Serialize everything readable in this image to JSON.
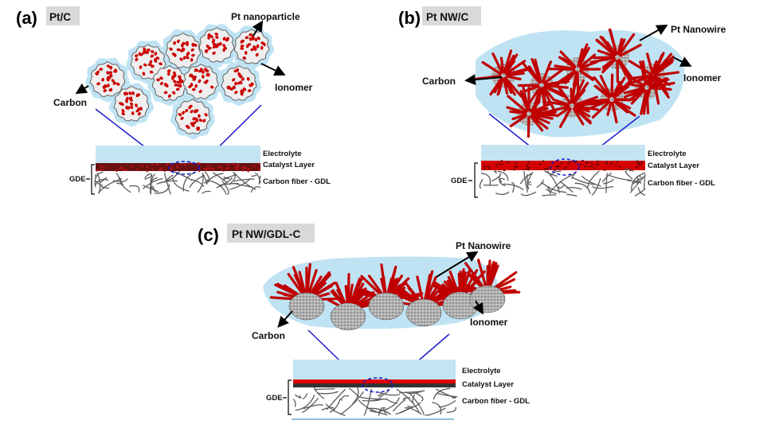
{
  "figure": {
    "colors": {
      "ionomer": "#bfe3f3",
      "electrolyte": "#c4e4f2",
      "carbon_fill": "#eeeeee",
      "platinum": "#cc0000",
      "nanowire": "#c00000",
      "fiber": "#5a5a5a",
      "zoom_line": "#1a1acc",
      "catalyst_dark": "#6b1010",
      "tag_bg": "#d9d9d9"
    },
    "panels": [
      {
        "id": "a",
        "letter": "(a)",
        "tag": "Pt/C",
        "callouts": {
          "particle": "Pt nanoparticle",
          "ionomer": "Ionomer",
          "carbon": "Carbon"
        },
        "layers": {
          "electrolyte": "Electrolyte",
          "catalyst": "Catalyst Layer",
          "gdl": "Carbon fiber - GDL",
          "gde": "GDE"
        }
      },
      {
        "id": "b",
        "letter": "(b)",
        "tag": "Pt NW/C",
        "callouts": {
          "particle": "Pt Nanowire",
          "ionomer": "Ionomer",
          "carbon": "Carbon"
        },
        "layers": {
          "electrolyte": "Electrolyte",
          "catalyst": "Catalyst Layer",
          "gdl": "Carbon fiber - GDL",
          "gde": "GDE"
        }
      },
      {
        "id": "c",
        "letter": "(c)",
        "tag": "Pt NW/GDL-C",
        "callouts": {
          "particle": "Pt Nanowire",
          "ionomer": "Ionomer",
          "carbon": "Carbon"
        },
        "layers": {
          "electrolyte": "Electrolyte",
          "catalyst": "Catalyst Layer",
          "gdl": "Carbon fiber - GDL",
          "gde": "GDE"
        }
      }
    ]
  }
}
